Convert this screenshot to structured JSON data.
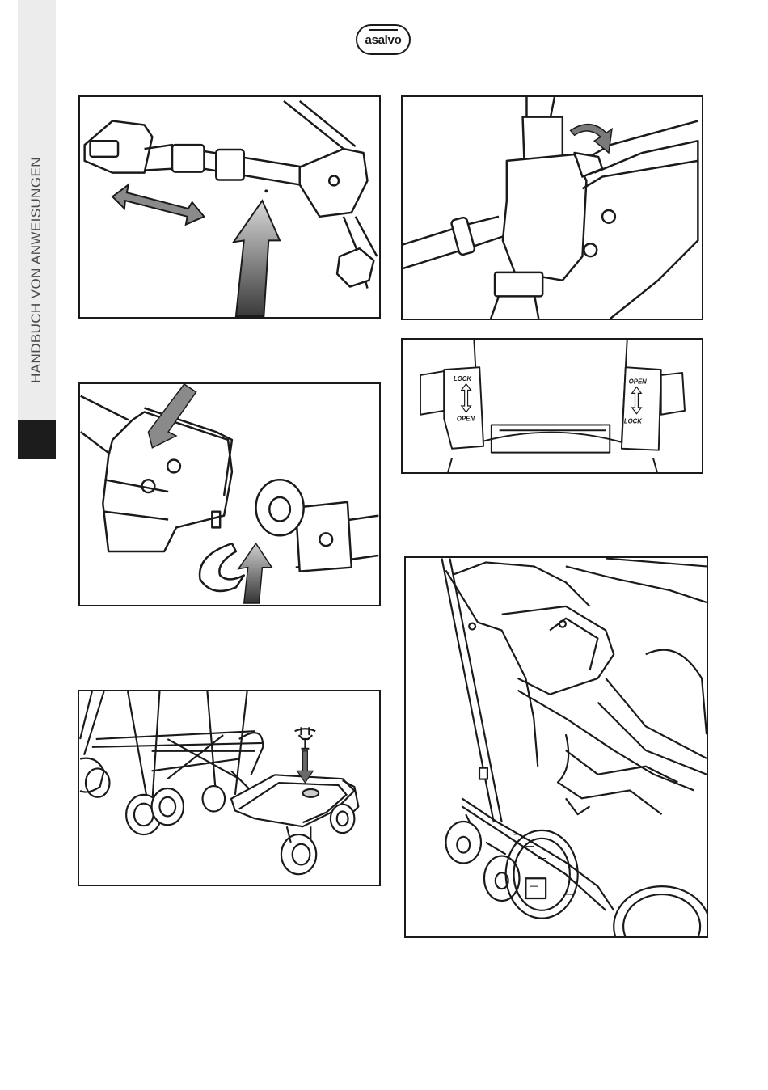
{
  "brand": {
    "logo_text": "asalvo"
  },
  "sidebar": {
    "section_title": "HANDBUCH VON ANWEISUNGEN"
  },
  "colors": {
    "ink": "#1a1a1a",
    "tab_light": "#ececec",
    "tab_dark": "#1c1c1c"
  },
  "figures": {
    "lock_switch": {
      "left": {
        "lock": "LOCK",
        "open": "OPEN"
      },
      "right": {
        "open": "OPEN",
        "lock": "LOCK"
      }
    }
  }
}
